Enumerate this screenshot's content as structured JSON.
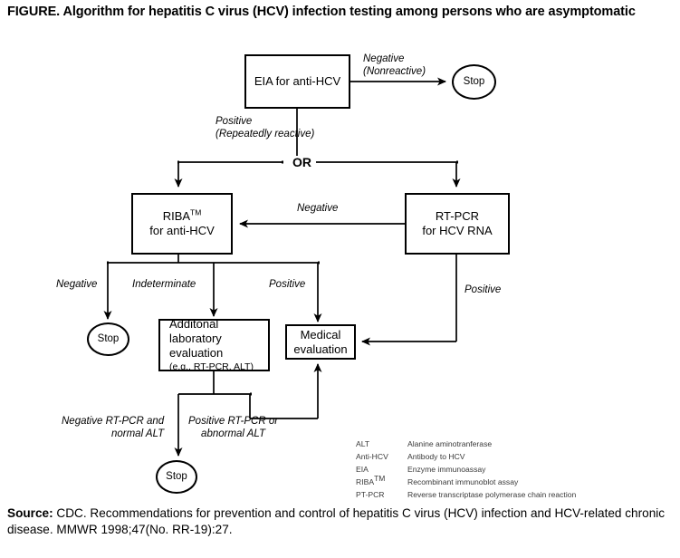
{
  "figure": {
    "title": "FIGURE. Algorithm for hepatitis C virus (HCV) infection testing among persons who are asymptomatic"
  },
  "nodes": {
    "eia": {
      "label": "EIA for anti-HCV"
    },
    "stop_top": {
      "label": "Stop"
    },
    "riba": {
      "line1": "RIBA",
      "tm": "TM",
      "line2": "for anti-HCV"
    },
    "rtpcr": {
      "line1": "RT-PCR",
      "line2": "for HCV RNA"
    },
    "stop_riba_negative": {
      "label": "Stop"
    },
    "additional_lab": {
      "line1": "Additonal",
      "line2": "laboratory",
      "line3": "evaluation",
      "note": "(e.g., RT-PCR, ALT)"
    },
    "medical_eval": {
      "line1": "Medical",
      "line2": "evaluation"
    },
    "stop_bottom": {
      "label": "Stop"
    }
  },
  "edges": {
    "eia_negative": {
      "line1": "Negative",
      "line2": "(Nonreactive)"
    },
    "eia_positive": {
      "line1": "Positive",
      "line2": "(Repeatedly reactive)"
    },
    "or_junction": {
      "label": "OR"
    },
    "rtpcr_negative": {
      "label": "Negative"
    },
    "riba_negative": {
      "label": "Negative"
    },
    "riba_indeterminate": {
      "label": "Indeterminate"
    },
    "riba_positive": {
      "label": "Positive"
    },
    "rtpcr_positive": {
      "label": "Positive"
    },
    "lab_negative": {
      "line1": "Negative RT-PCR and",
      "line2": "normal ALT"
    },
    "lab_positive": {
      "line1": "Positive RT-PCR or",
      "line2": "abnormal ALT"
    }
  },
  "legend": {
    "rows": [
      {
        "abbr": "ALT",
        "tm": "",
        "def": "Alanine aminotranferase"
      },
      {
        "abbr": "Anti-HCV",
        "tm": "",
        "def": "Antibody to HCV"
      },
      {
        "abbr": "EIA",
        "tm": "",
        "def": "Enzyme immunoassay"
      },
      {
        "abbr": "RIBA",
        "tm": "TM",
        "def": "Recombinant immunoblot assay"
      },
      {
        "abbr": "PT-PCR",
        "tm": "",
        "def": "Reverse transcriptase polymerase chain reaction"
      }
    ]
  },
  "source": {
    "label": "Source:",
    "text": " CDC. Recommendations for prevention and control of hepatitis C virus (HCV) infection and HCV-related chronic disease. MMWR 1998;47(No. RR-19):27."
  },
  "colors": {
    "ink": "#000000",
    "legend_text": "#3a3a3a",
    "background": "#ffffff"
  }
}
